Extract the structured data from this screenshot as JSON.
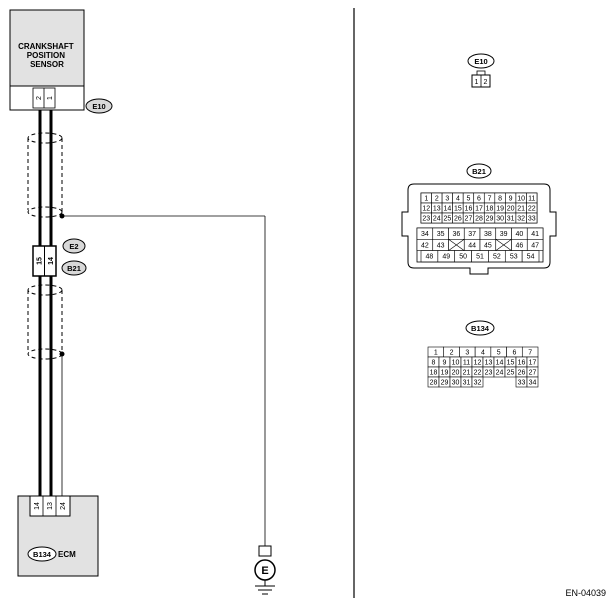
{
  "sensor": {
    "title_lines": [
      "CRANKSHAFT",
      "POSITION",
      "SENSOR"
    ],
    "pins": [
      "2",
      "1"
    ],
    "connector": "E10"
  },
  "joint": {
    "connectors": [
      "E2",
      "B21"
    ],
    "pins": [
      "15",
      "14"
    ]
  },
  "ecm": {
    "connector": "B134",
    "label": "ECM",
    "pins": [
      "14",
      "13",
      "24"
    ]
  },
  "ground": {
    "symbol": "E"
  },
  "connector_e10": {
    "label": "E10",
    "pins": [
      "1",
      "2"
    ]
  },
  "connector_b21": {
    "label": "B21",
    "rows_top": [
      [
        "1",
        "2",
        "3",
        "4",
        "5",
        "6",
        "7",
        "8",
        "9",
        "10",
        "11"
      ],
      [
        "12",
        "13",
        "14",
        "15",
        "16",
        "17",
        "18",
        "19",
        "20",
        "21",
        "22"
      ],
      [
        "23",
        "24",
        "25",
        "26",
        "27",
        "28",
        "29",
        "30",
        "31",
        "32",
        "33"
      ]
    ],
    "rows_bottom": [
      [
        "34",
        "35",
        "36",
        "37",
        "38",
        "39",
        "40",
        "41"
      ],
      [
        "42",
        "43",
        "",
        "44",
        "45",
        "",
        "46",
        "47"
      ],
      [
        "48",
        "49",
        "50",
        "51",
        "52",
        "53",
        "54"
      ]
    ]
  },
  "connector_b134": {
    "label": "B134",
    "row1": [
      "1",
      "2",
      "3",
      "4",
      "5",
      "6",
      "7"
    ],
    "row2": [
      "8",
      "9",
      "10",
      "11",
      "12",
      "13",
      "14",
      "15",
      "16",
      "17"
    ],
    "row3": [
      "18",
      "19",
      "20",
      "21",
      "22",
      "23",
      "24",
      "25",
      "26",
      "27"
    ],
    "row4": [
      "28",
      "29",
      "30",
      "31",
      "32",
      "",
      "",
      "",
      "33",
      "34"
    ]
  },
  "figure_code": "EN-04039"
}
